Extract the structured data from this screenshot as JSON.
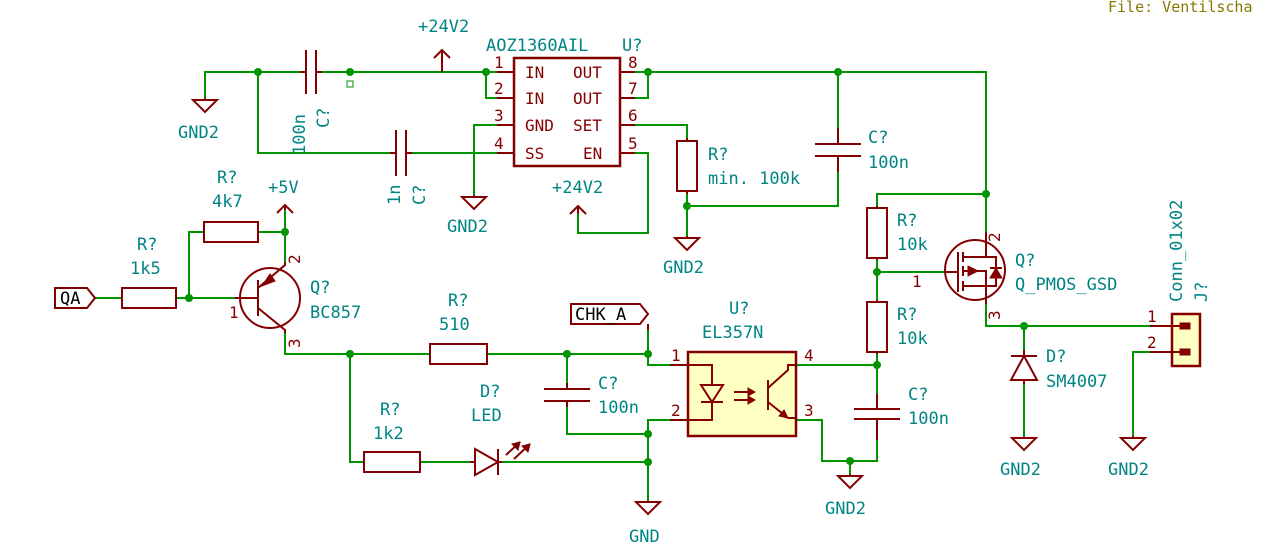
{
  "file_label": "File: Ventilscha",
  "power": {
    "v24_top": "+24V2",
    "v24_en": "+24V2",
    "v5": "+5V",
    "gnd2_left": "GND2",
    "gnd2_ic": "GND2",
    "gnd2_set": "GND2",
    "gnd2_opto": "GND2",
    "gnd2_diode": "GND2",
    "gnd2_conn": "GND2",
    "gnd": "GND"
  },
  "regulator": {
    "ref": "U?",
    "value": "AOZ1360AIL",
    "pins_left": [
      {
        "num": "1",
        "name": "IN"
      },
      {
        "num": "2",
        "name": "IN"
      },
      {
        "num": "3",
        "name": "GND"
      },
      {
        "num": "4",
        "name": "SS"
      }
    ],
    "pins_right": [
      {
        "num": "8",
        "name": "OUT"
      },
      {
        "num": "7",
        "name": "OUT"
      },
      {
        "num": "6",
        "name": "SET"
      },
      {
        "num": "5",
        "name": "EN"
      }
    ]
  },
  "c_in": {
    "ref": "C?",
    "value": "100n"
  },
  "c_ss": {
    "ref": "C?",
    "value": "1n"
  },
  "c_out": {
    "ref": "C?",
    "value": "100n"
  },
  "r_set": {
    "ref": "R?",
    "value": "min. 100k"
  },
  "r_base_pu": {
    "ref": "R?",
    "value": "4k7"
  },
  "r_base": {
    "ref": "R?",
    "value": "1k5"
  },
  "q_npn": {
    "ref": "Q?",
    "value": "BC857",
    "pins": [
      "1",
      "2",
      "3"
    ]
  },
  "r_led_in": {
    "ref": "R?",
    "value": "510"
  },
  "r_led": {
    "ref": "R?",
    "value": "1k2"
  },
  "d_led": {
    "ref": "D?",
    "value": "LED"
  },
  "c_opto_in": {
    "ref": "C?",
    "value": "100n"
  },
  "opto": {
    "ref": "U?",
    "value": "EL357N",
    "pins": [
      "1",
      "2",
      "3",
      "4"
    ]
  },
  "c_opto_out": {
    "ref": "C?",
    "value": "100n"
  },
  "r_gate_top": {
    "ref": "R?",
    "value": "10k"
  },
  "r_gate_bot": {
    "ref": "R?",
    "value": "10k"
  },
  "q_pmos": {
    "ref": "Q?",
    "value": "Q_PMOS_GSD",
    "pins": [
      "1",
      "2",
      "3"
    ]
  },
  "d_flyback": {
    "ref": "D?",
    "value": "SM4007"
  },
  "connector": {
    "ref": "J?",
    "value": "Conn_01x02",
    "pins": [
      "1",
      "2"
    ]
  },
  "labels": {
    "qa": "QA",
    "chk_a": "CHK_A"
  }
}
